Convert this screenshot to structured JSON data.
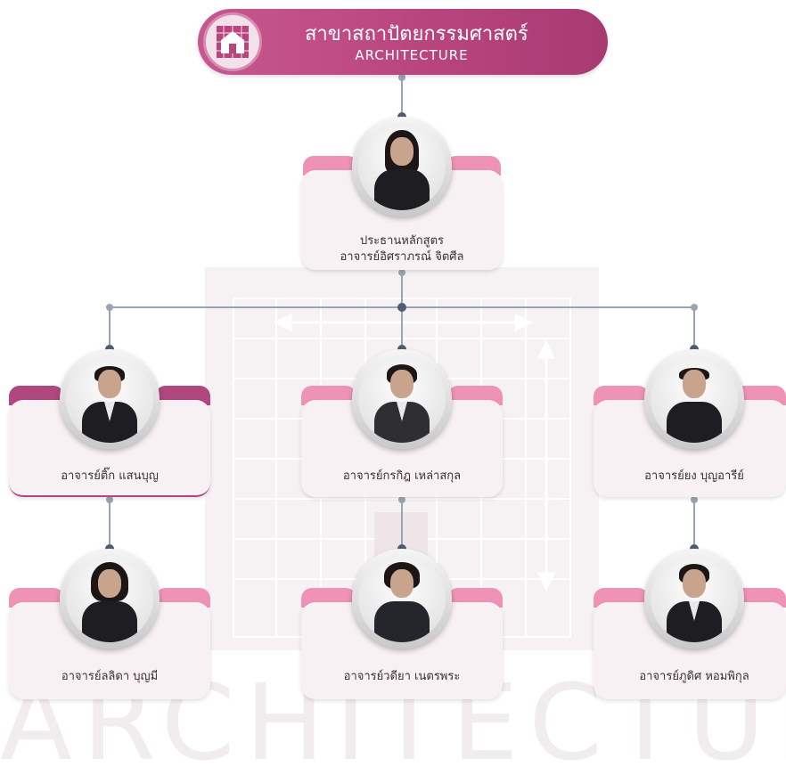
{
  "header": {
    "title": "สาขาสถาปัตยกรรมศาสตร์",
    "subtitle": "ARCHITECTURE",
    "logo_icon": "house-icon"
  },
  "watermark": "ARCHITECTURE",
  "colors": {
    "header_pink": "#b9457f",
    "tab_pink": "#ee93b6",
    "tab_magenta": "#b0477e",
    "card_bg": "#f7f1f3",
    "connector": "#9aa5b4",
    "node_dot": "#4f5d73"
  },
  "chair": {
    "line1": "ประธานหลักสูตร",
    "line2": "อาจารย์อิศราภรณ์ จิตศีล"
  },
  "members": [
    {
      "name": "อาจารย์ติ๊ก แสนบุญ"
    },
    {
      "name": "อาจารย์กรกิฎ เหล่าสกุล"
    },
    {
      "name": "อาจารย์ยง บุญอารีย์"
    },
    {
      "name": "อาจารย์ลลิดา บุญมี"
    },
    {
      "name": "อาจารย์วดียา เนตรพระ"
    },
    {
      "name": "อาจารย์ภูดิศ หอมพิกุล"
    }
  ]
}
